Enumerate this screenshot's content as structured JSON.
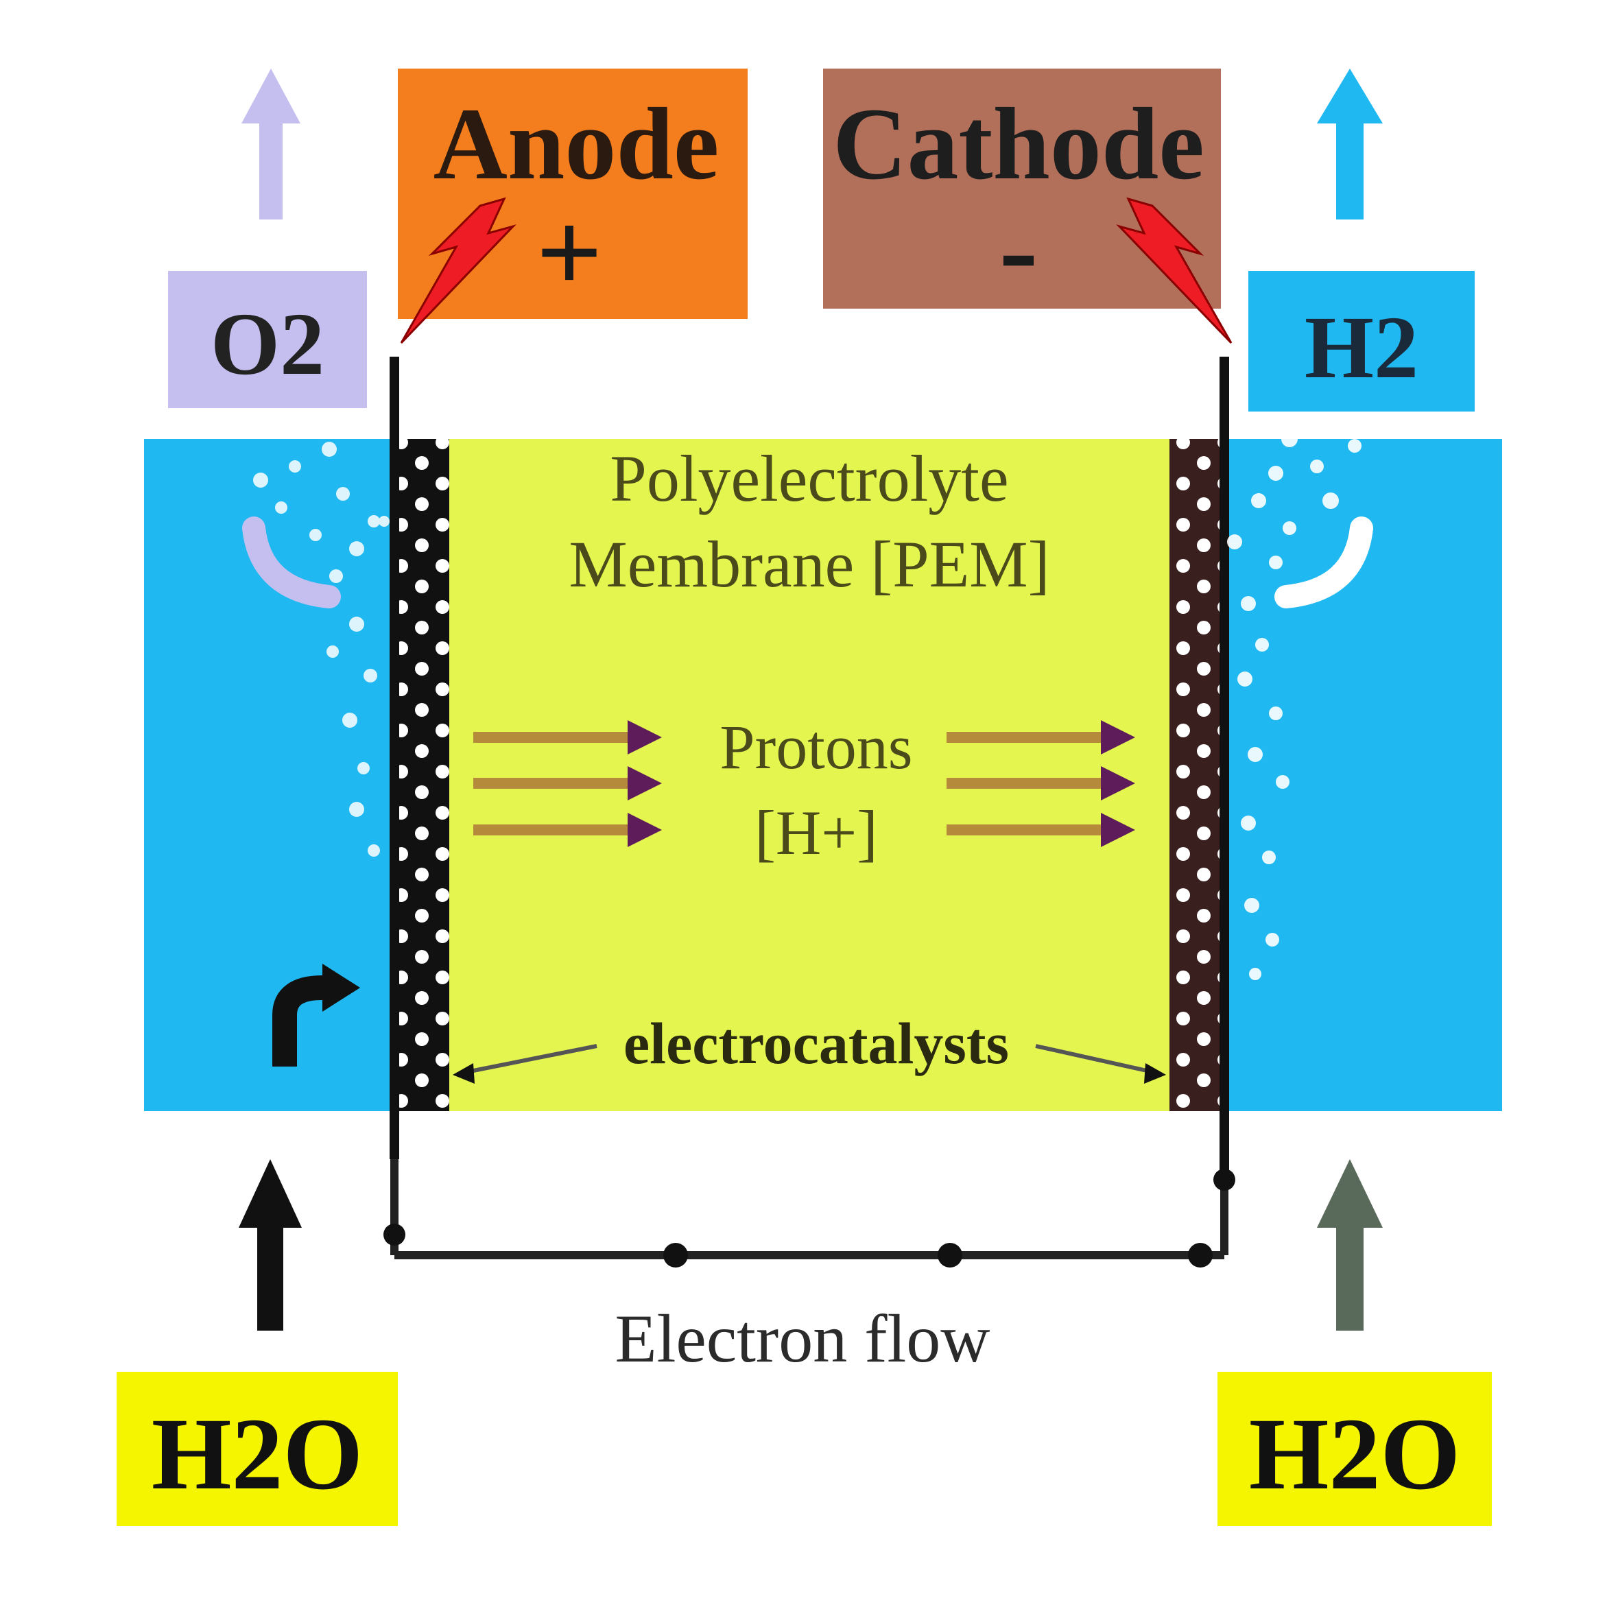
{
  "labels": {
    "anode": "Anode",
    "anode_sign": "+",
    "cathode": "Cathode",
    "cathode_sign": "-",
    "o2": "O2",
    "h2": "H2",
    "membrane_line1": "Polyelectrolyte",
    "membrane_line2": "Membrane [PEM]",
    "protons_line1": "Protons",
    "protons_line2": "[H+]",
    "electrocatalysts": "electrocatalysts",
    "electron_flow": "Electron flow",
    "h2o_left": "H2O",
    "h2o_right": "H2O"
  },
  "icons": [
    "lightning-bolt-icon",
    "up-arrow-icon",
    "curved-arrow-icon",
    "bubble-icon",
    "proton-arrow-icon"
  ],
  "colors": {
    "water": "#1fb8f0",
    "membrane": "#e4f550",
    "anode_box": "#f47d1d",
    "cathode_box": "#b2705a",
    "o2_box": "#c5bff0",
    "h2_box": "#1fb8f0",
    "h2o_box": "#f5f500",
    "proton_arrow": "#b58a3a",
    "proton_head": "#5e1d5a",
    "lightning": "#ee1c24"
  }
}
